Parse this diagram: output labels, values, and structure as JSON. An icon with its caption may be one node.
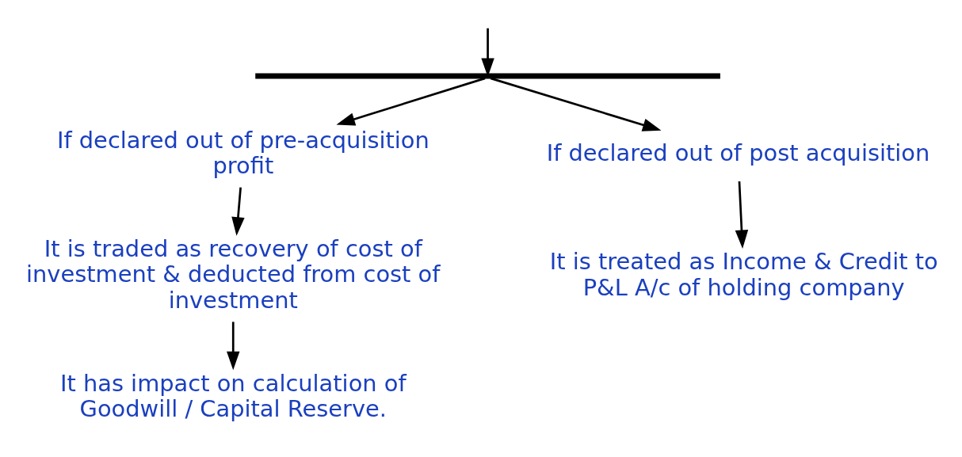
{
  "diagram": {
    "nodes": [
      {
        "text": [],
        "shape": "bar"
      },
      {
        "text": [
          "If declared out of pre-acquisition profit"
        ]
      },
      {
        "text": [
          "If declared out of post acquisition"
        ]
      },
      {
        "text": [
          "It is traded as recovery of cost of investment & deducted from cost of investment"
        ]
      },
      {
        "text": [
          "It is treated as Income & Credit to P&L A/c of holding company"
        ]
      },
      {
        "text": [
          "It has impact on calculation of Goodwill / Capital Reserve."
        ]
      }
    ],
    "edges": [
      {
        "from": null,
        "to": 0,
        "arrow": "to"
      },
      {
        "from": 0,
        "to": 1,
        "arrow": "to"
      },
      {
        "from": 0,
        "to": 2,
        "arrow": "to"
      },
      {
        "from": 1,
        "to": 3,
        "arrow": "to"
      },
      {
        "from": 2,
        "to": 4,
        "arrow": "to"
      },
      {
        "from": 3,
        "to": 5,
        "arrow": "to"
      }
    ]
  }
}
